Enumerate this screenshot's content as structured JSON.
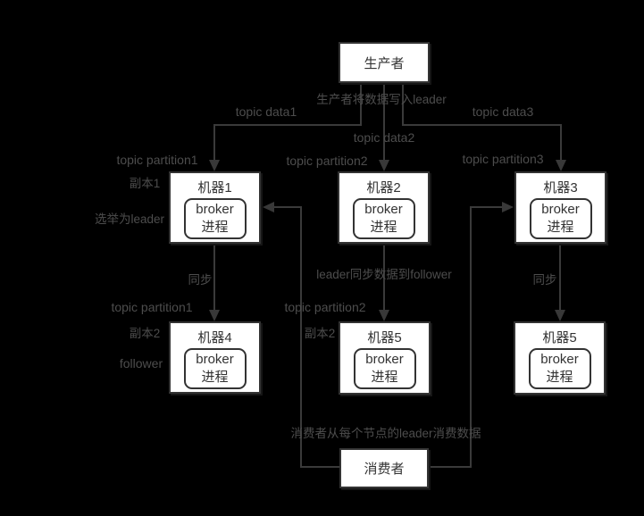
{
  "diagram": {
    "background": "#000000",
    "line_color": "#3a3a3a",
    "label_color": "#4d4d4d",
    "node_fill": "#ffffff",
    "node_border": "#333333",
    "node_text_color": "#333333"
  },
  "nodes": {
    "producer": {
      "label": "生产者"
    },
    "consumer": {
      "label": "消费者"
    },
    "machines": [
      {
        "title": "机器1",
        "broker_line1": "broker",
        "broker_line2": "进程"
      },
      {
        "title": "机器2",
        "broker_line1": "broker",
        "broker_line2": "进程"
      },
      {
        "title": "机器3",
        "broker_line1": "broker",
        "broker_line2": "进程"
      },
      {
        "title": "机器4",
        "broker_line1": "broker",
        "broker_line2": "进程"
      },
      {
        "title": "机器5",
        "broker_line1": "broker",
        "broker_line2": "进程"
      },
      {
        "title": "机器5",
        "broker_line1": "broker",
        "broker_line2": "进程"
      }
    ]
  },
  "labels": {
    "producer_note": "生产者将数据写入leader",
    "topic_data1": "topic data1",
    "topic_data2": "topic data2",
    "topic_data3": "topic data3",
    "topic_partition1_top": "topic partition1",
    "topic_partition2_top": "topic partition2",
    "topic_partition3": "topic partition3",
    "replica1": "副本1",
    "elected_leader": "选举为leader",
    "sync_left": "同步",
    "leader_sync_note": "leader同步数据到follower",
    "sync_right": "同步",
    "topic_partition1_bottom": "topic partition1",
    "replica2_left": "副本2",
    "follower": "follower",
    "topic_partition2_bottom": "topic partition2",
    "replica2_middle": "副本2",
    "consumer_note": "消费者从每个节点的leader消费数据"
  }
}
